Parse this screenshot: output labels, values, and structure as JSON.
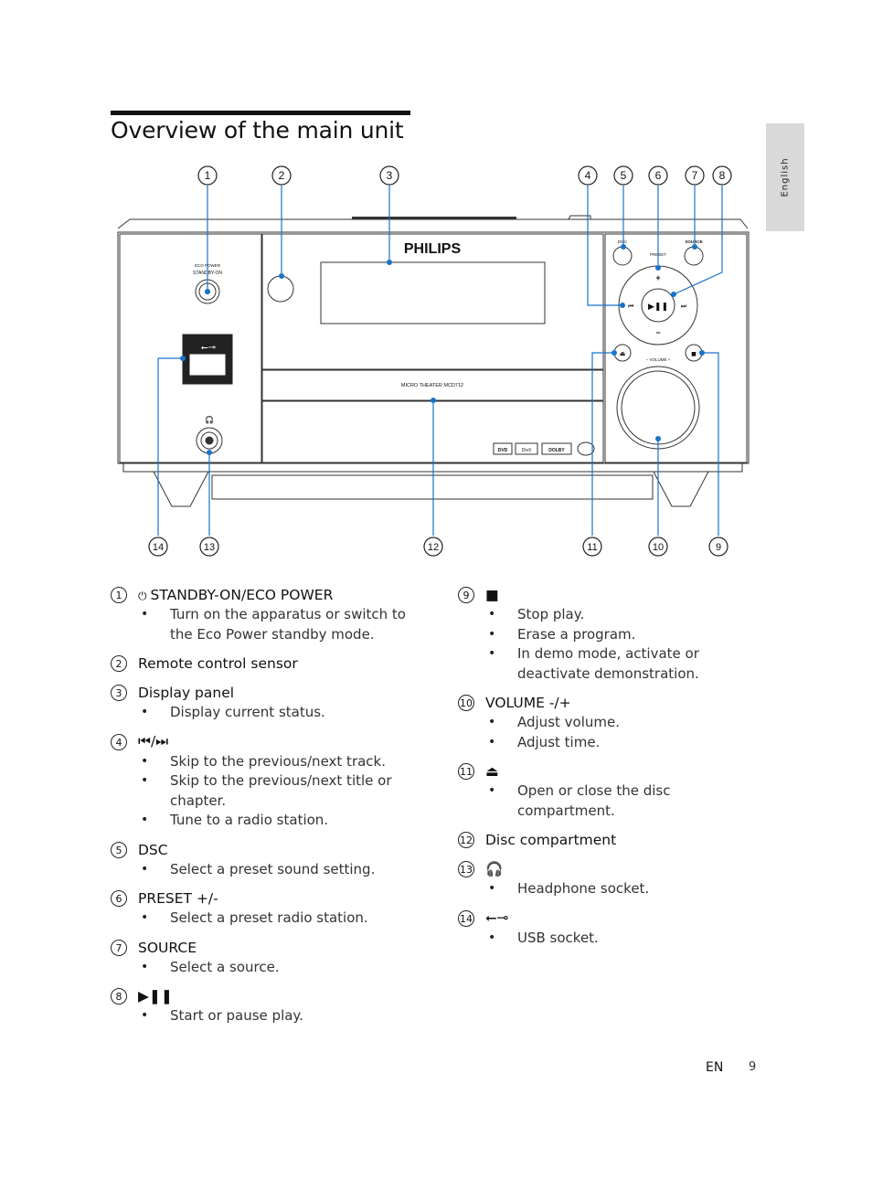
{
  "page": {
    "title": "Overview of the main unit",
    "side_tab": "English",
    "footer_lang": "EN",
    "page_number": "9"
  },
  "figure": {
    "brand": "PHILIPS",
    "model_label": "MICRO THEATER MCD712",
    "panel_labels": {
      "eco_power": "ECO POWER",
      "standby": "STANDBY-ON",
      "disc": "DISC",
      "preset": "PRESET",
      "source": "SOURCE",
      "plus": "+",
      "minus": "−",
      "volume": "− VOLUME +"
    },
    "logos": [
      "DVD",
      "DivX",
      "DOLBY"
    ],
    "callouts_top": [
      "1",
      "2",
      "3",
      "4",
      "5",
      "6",
      "7",
      "8"
    ],
    "callouts_bottom": [
      "14",
      "13",
      "12",
      "11",
      "10",
      "9"
    ]
  },
  "entries_left": [
    {
      "num": "1",
      "symbol": "⏻",
      "title": "STANDBY-ON/ECO POWER",
      "bullets": [
        "Turn on the apparatus or switch to the Eco Power standby mode."
      ]
    },
    {
      "num": "2",
      "symbol": "",
      "title": "Remote control sensor",
      "bullets": []
    },
    {
      "num": "3",
      "symbol": "",
      "title": "Display panel",
      "bullets": [
        "Display current status."
      ]
    },
    {
      "num": "4",
      "symbol": "",
      "title": "⏮/⏭",
      "bullets": [
        "Skip to the previous/next track.",
        "Skip to the previous/next title or chapter.",
        "Tune to a radio station."
      ]
    },
    {
      "num": "5",
      "symbol": "",
      "title": "DSC",
      "bullets": [
        "Select a preset sound setting."
      ]
    },
    {
      "num": "6",
      "symbol": "",
      "title": "PRESET +/-",
      "bullets": [
        "Select a preset radio station."
      ]
    },
    {
      "num": "7",
      "symbol": "",
      "title": "SOURCE",
      "bullets": [
        "Select a source."
      ]
    },
    {
      "num": "8",
      "symbol": "",
      "title": "▶❚❚",
      "bullets": [
        "Start or pause play."
      ]
    }
  ],
  "entries_right": [
    {
      "num": "9",
      "symbol": "",
      "title": "■",
      "bullets": [
        "Stop play.",
        "Erase a program.",
        "In demo mode, activate or deactivate demonstration."
      ]
    },
    {
      "num": "10",
      "symbol": "",
      "title": "VOLUME -/+",
      "bullets": [
        "Adjust volume.",
        "Adjust time."
      ]
    },
    {
      "num": "11",
      "symbol": "",
      "title": "⏏",
      "bullets": [
        "Open or close the disc compartment."
      ]
    },
    {
      "num": "12",
      "symbol": "",
      "title": "Disc compartment",
      "bullets": []
    },
    {
      "num": "13",
      "symbol": "",
      "title": "🎧",
      "bullets": [
        "Headphone socket."
      ]
    },
    {
      "num": "14",
      "symbol": "",
      "title": "⭠⊸",
      "bullets": [
        "USB socket."
      ]
    }
  ],
  "colors": {
    "callout_line": "#1a73c9",
    "device_line": "#333333",
    "tab_bg": "#d9d9d9"
  }
}
